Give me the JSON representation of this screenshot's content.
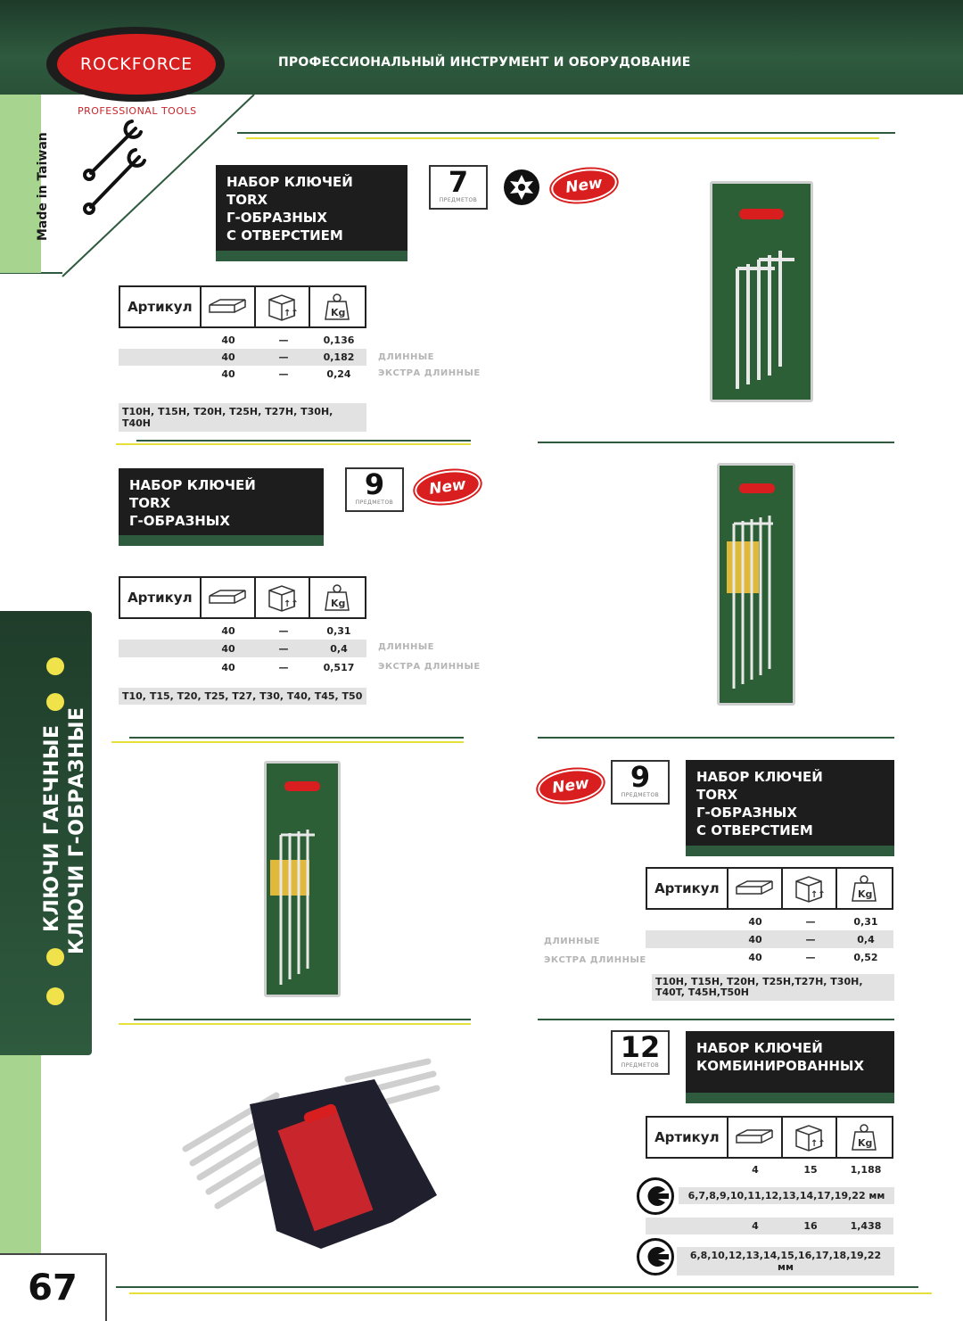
{
  "header": {
    "brand": "ROCKFORCE",
    "brand_sub": "PROFESSIONAL TOOLS",
    "title": "ПРОФЕССИОНАЛЬНЫЙ ИНСТРУМЕНТ И ОБОРУДОВАНИЕ",
    "made_in": "Made in Taiwan"
  },
  "side_tab": {
    "line1": "КЛЮЧИ ГАЕЧНЫЕ",
    "line2": "КЛЮЧИ Г-ОБРАЗНЫЕ"
  },
  "page_number": "67",
  "table_header": {
    "article_label": "Артикул"
  },
  "count_label": "ПРЕДМЕТОВ",
  "new_label": "New",
  "sections": [
    {
      "title": "НАБОР КЛЮЧЕЙ\nTORX\nГ-ОБРАЗНЫХ\nС ОТВЕРСТИЕМ",
      "count": "7",
      "rows": [
        {
          "c1": "40",
          "c2": "—",
          "c3": "0,136",
          "note": ""
        },
        {
          "c1": "40",
          "c2": "—",
          "c3": "0,182",
          "note": "ДЛИННЫЕ"
        },
        {
          "c1": "40",
          "c2": "—",
          "c3": "0,24",
          "note": "ЭКСТРА ДЛИННЫЕ"
        }
      ],
      "sizes": "T10H, T15H, T20H, T25H, T27H, T30H, T40H"
    },
    {
      "title": "НАБОР КЛЮЧЕЙ\nTORX\nГ-ОБРАЗНЫХ",
      "count": "9",
      "rows": [
        {
          "c1": "40",
          "c2": "—",
          "c3": "0,31",
          "note": ""
        },
        {
          "c1": "40",
          "c2": "—",
          "c3": "0,4",
          "note": "ДЛИННЫЕ"
        },
        {
          "c1": "40",
          "c2": "—",
          "c3": "0,517",
          "note": "ЭКСТРА ДЛИННЫЕ"
        }
      ],
      "sizes": "T10, T15, T20, T25, T27, T30, T40, T45, T50"
    },
    {
      "title": "НАБОР КЛЮЧЕЙ\nTORX\nГ-ОБРАЗНЫХ\nС ОТВЕРСТИЕМ",
      "count": "9",
      "rows": [
        {
          "c1": "40",
          "c2": "—",
          "c3": "0,31",
          "note": ""
        },
        {
          "c1": "40",
          "c2": "—",
          "c3": "0,4",
          "note": "ДЛИННЫЕ"
        },
        {
          "c1": "40",
          "c2": "—",
          "c3": "0,52",
          "note": "ЭКСТРА ДЛИННЫЕ"
        }
      ],
      "sizes": "T10H, T15H, T20H, T25H,T27H, T30H, T40T, T45H,T50H"
    },
    {
      "title": "НАБОР КЛЮЧЕЙ\nКОМБИНИРОВАННЫХ",
      "count": "12",
      "rows": [
        {
          "c1": "4",
          "c2": "15",
          "c3": "1,188",
          "sizes": "6,7,8,9,10,11,12,13,14,17,19,22 мм"
        },
        {
          "c1": "4",
          "c2": "16",
          "c3": "1,438",
          "sizes": "6,8,10,12,13,14,15,16,17,18,19,22 мм"
        }
      ]
    }
  ],
  "colors": {
    "dark_green": "#2e5a3e",
    "light_green": "#a7d48f",
    "brand_red": "#d81e1e",
    "yellow_accent": "#f0e24a"
  }
}
